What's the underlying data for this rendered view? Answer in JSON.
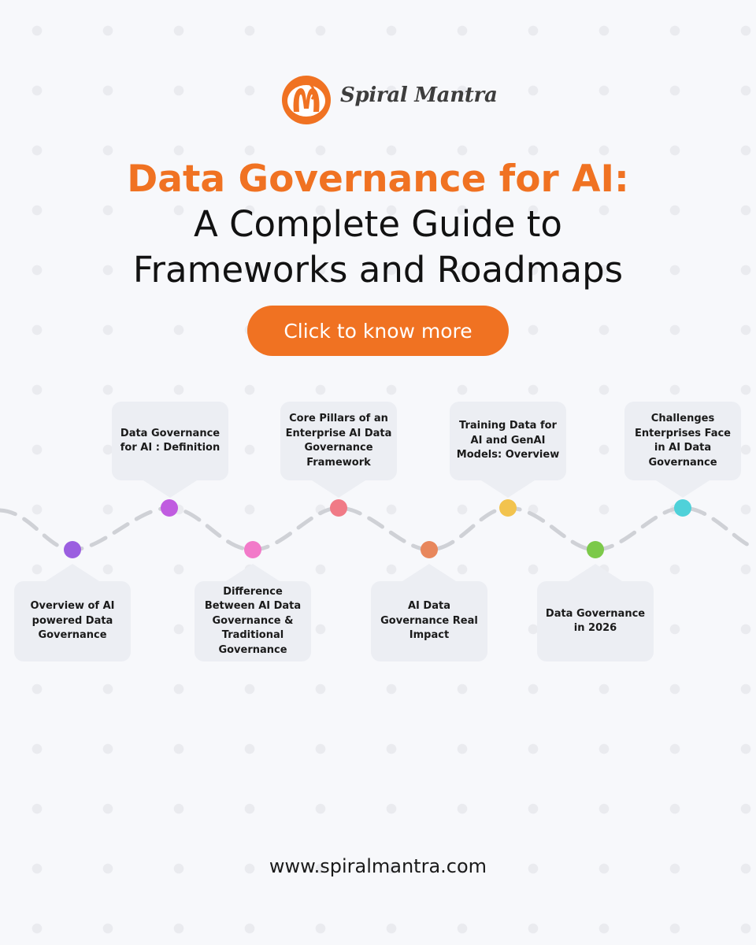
{
  "brand": {
    "name": "Spiral Mantra",
    "logo_icon": "spiral-m-logo-icon",
    "accent_color": "#f07222"
  },
  "title": {
    "line1": "Data Governance for AI:",
    "line2": "A Complete Guide to",
    "line3": "Frameworks and Roadmaps"
  },
  "cta": {
    "label": "Click to know more"
  },
  "roadmap": {
    "items": [
      {
        "label": "Overview of AI powered Data Governance",
        "color": "#9b5fe0"
      },
      {
        "label": "Data Governance for AI : Definition",
        "color": "#c05ce0"
      },
      {
        "label": "Difference Between AI Data Governance & Traditional Governance",
        "color": "#f27ac9"
      },
      {
        "label": "Core Pillars of an Enterprise AI Data Governance Framework",
        "color": "#f07a86"
      },
      {
        "label": "AI Data Governance Real Impact",
        "color": "#e8875c"
      },
      {
        "label": "Training Data for AI and GenAI Models: Overview",
        "color": "#f2c34e"
      },
      {
        "label": "Data Governance in 2026",
        "color": "#7cc94a"
      },
      {
        "label": "Challenges Enterprises Face in AI Data Governance",
        "color": "#4fd1d9"
      }
    ]
  },
  "footer": {
    "url": "www.spiralmantra.com"
  }
}
